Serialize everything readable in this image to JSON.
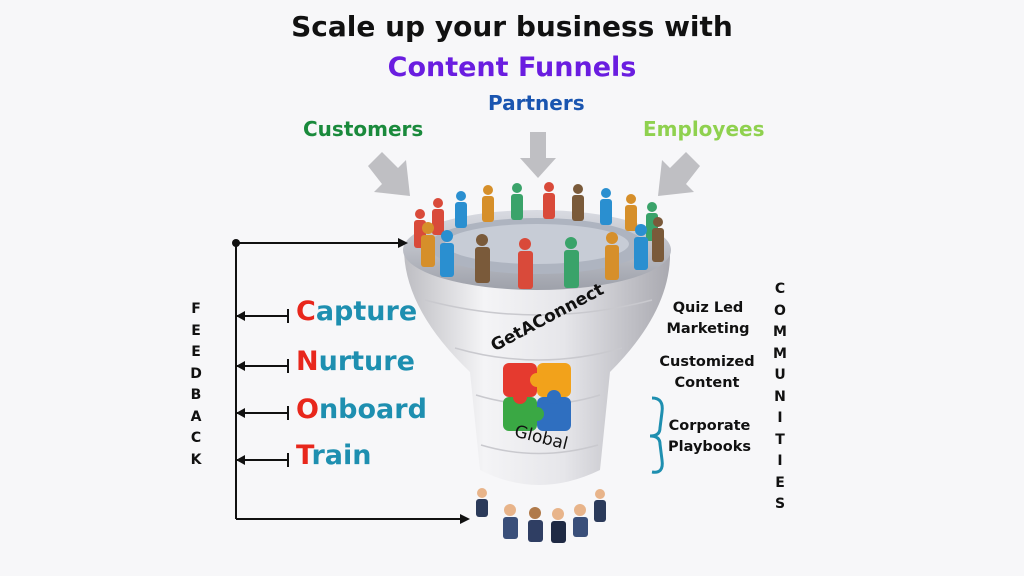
{
  "title": {
    "line1": "Scale up your business with",
    "line2": "Content Funnels"
  },
  "groups": {
    "customers": "Customers",
    "partners": "Partners",
    "employees": "Employees"
  },
  "stages": [
    {
      "first": "C",
      "rest": "apture"
    },
    {
      "first": "N",
      "rest": "urture"
    },
    {
      "first": "O",
      "rest": "nboard"
    },
    {
      "first": "T",
      "rest": "rain"
    }
  ],
  "feedback": [
    "F",
    "E",
    "E",
    "D",
    "B",
    "A",
    "C",
    "K"
  ],
  "communities": [
    "C",
    "O",
    "M",
    "M",
    "U",
    "N",
    "I",
    "T",
    "I",
    "E",
    "S"
  ],
  "side_items": {
    "quiz": [
      "Quiz Led",
      "Marketing"
    ],
    "custom": [
      "Customized",
      "Content"
    ],
    "playbooks": [
      "Corporate",
      "Playbooks"
    ]
  },
  "logo": {
    "top": "GetAConnect",
    "bottom": "Global"
  },
  "colors": {
    "title_accent": "#6a1de0",
    "customers": "#1a8a3c",
    "partners": "#1a55b0",
    "employees": "#8fd14f",
    "stage_text": "#1e8fb0",
    "stage_initial": "#e8271c"
  }
}
